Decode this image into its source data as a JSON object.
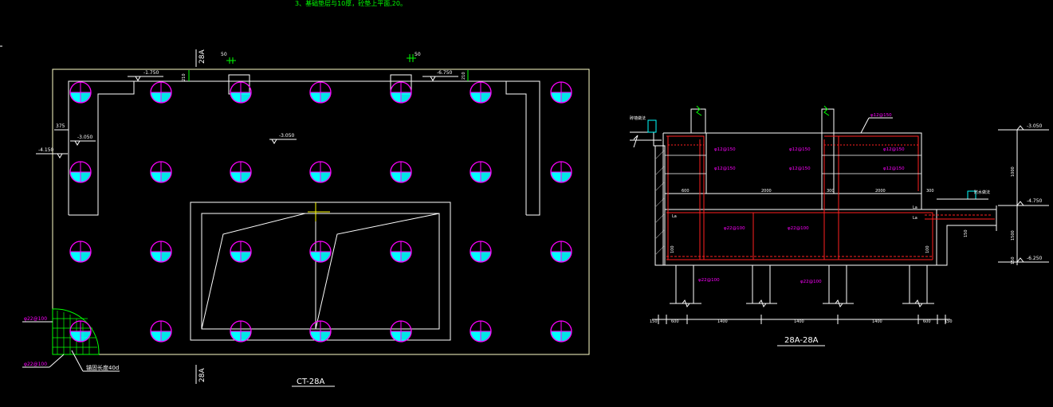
{
  "note_text": "3、基础垫层与10厚，砼垫上平面,20。",
  "plan": {
    "title": "CT-28A",
    "section_mark_top": "28A",
    "section_mark_bottom": "28A",
    "elev_top_left": "-1.750",
    "elev_top_right": "-6.750",
    "elev_left": "-4.150",
    "elev_pit_left": "-3.050",
    "elev_center": "-3.050",
    "dim_50_left": "50",
    "dim_50_right": "50",
    "dim_210": "210",
    "dim_210b": "210",
    "dim_375": "375",
    "rebar_label_1": "φ22@100",
    "rebar_label_2": "φ22@100",
    "anchor_label": "锚固长度40d"
  },
  "section": {
    "title": "28A-28A",
    "top_left_label": "砖墙做法",
    "right_label": "防水做法",
    "elev_top": "-3.050",
    "elev_mid": "-4.750",
    "elev_bottom": "-6.250",
    "rebar_top_right": "φ12@150",
    "rebar_l1": "φ12@150",
    "rebar_l2": "φ12@150",
    "rebar_m1": "φ12@150",
    "rebar_m2": "φ12@150",
    "rebar_r1": "φ12@150",
    "rebar_r2": "φ12@150",
    "rebar_base_left": "φ22@100",
    "rebar_base_mid": "φ22@100",
    "rebar_pile_left": "φ22@100",
    "rebar_pile_mid": "φ22@100",
    "dim_inner_1": "600",
    "dim_inner_2": "2000",
    "dim_inner_3": "300",
    "dim_inner_4": "2000",
    "dim_inner_5": "300",
    "dim_bottom_1": "150",
    "dim_bottom_2": "600",
    "dim_bottom_3": "1400",
    "dim_bottom_4": "1400",
    "dim_bottom_5": "1400",
    "dim_bottom_6": "600",
    "dim_bottom_7": "150",
    "dim_right_1": "1000",
    "dim_right_2": "1500",
    "dim_right_3": "150",
    "la_1": "La",
    "la_2": "La",
    "la_3": "La",
    "side_1": "100",
    "side_2": "100",
    "side_3": "150"
  },
  "colors": {
    "background": "#000000",
    "line": "#ffffff",
    "dimension": "#ffff00",
    "marker": "#ff00ff",
    "marker_fill": "#00ffff",
    "rebar": "#ff0000",
    "note": "#00ff00",
    "hatch": "#00ff00"
  }
}
